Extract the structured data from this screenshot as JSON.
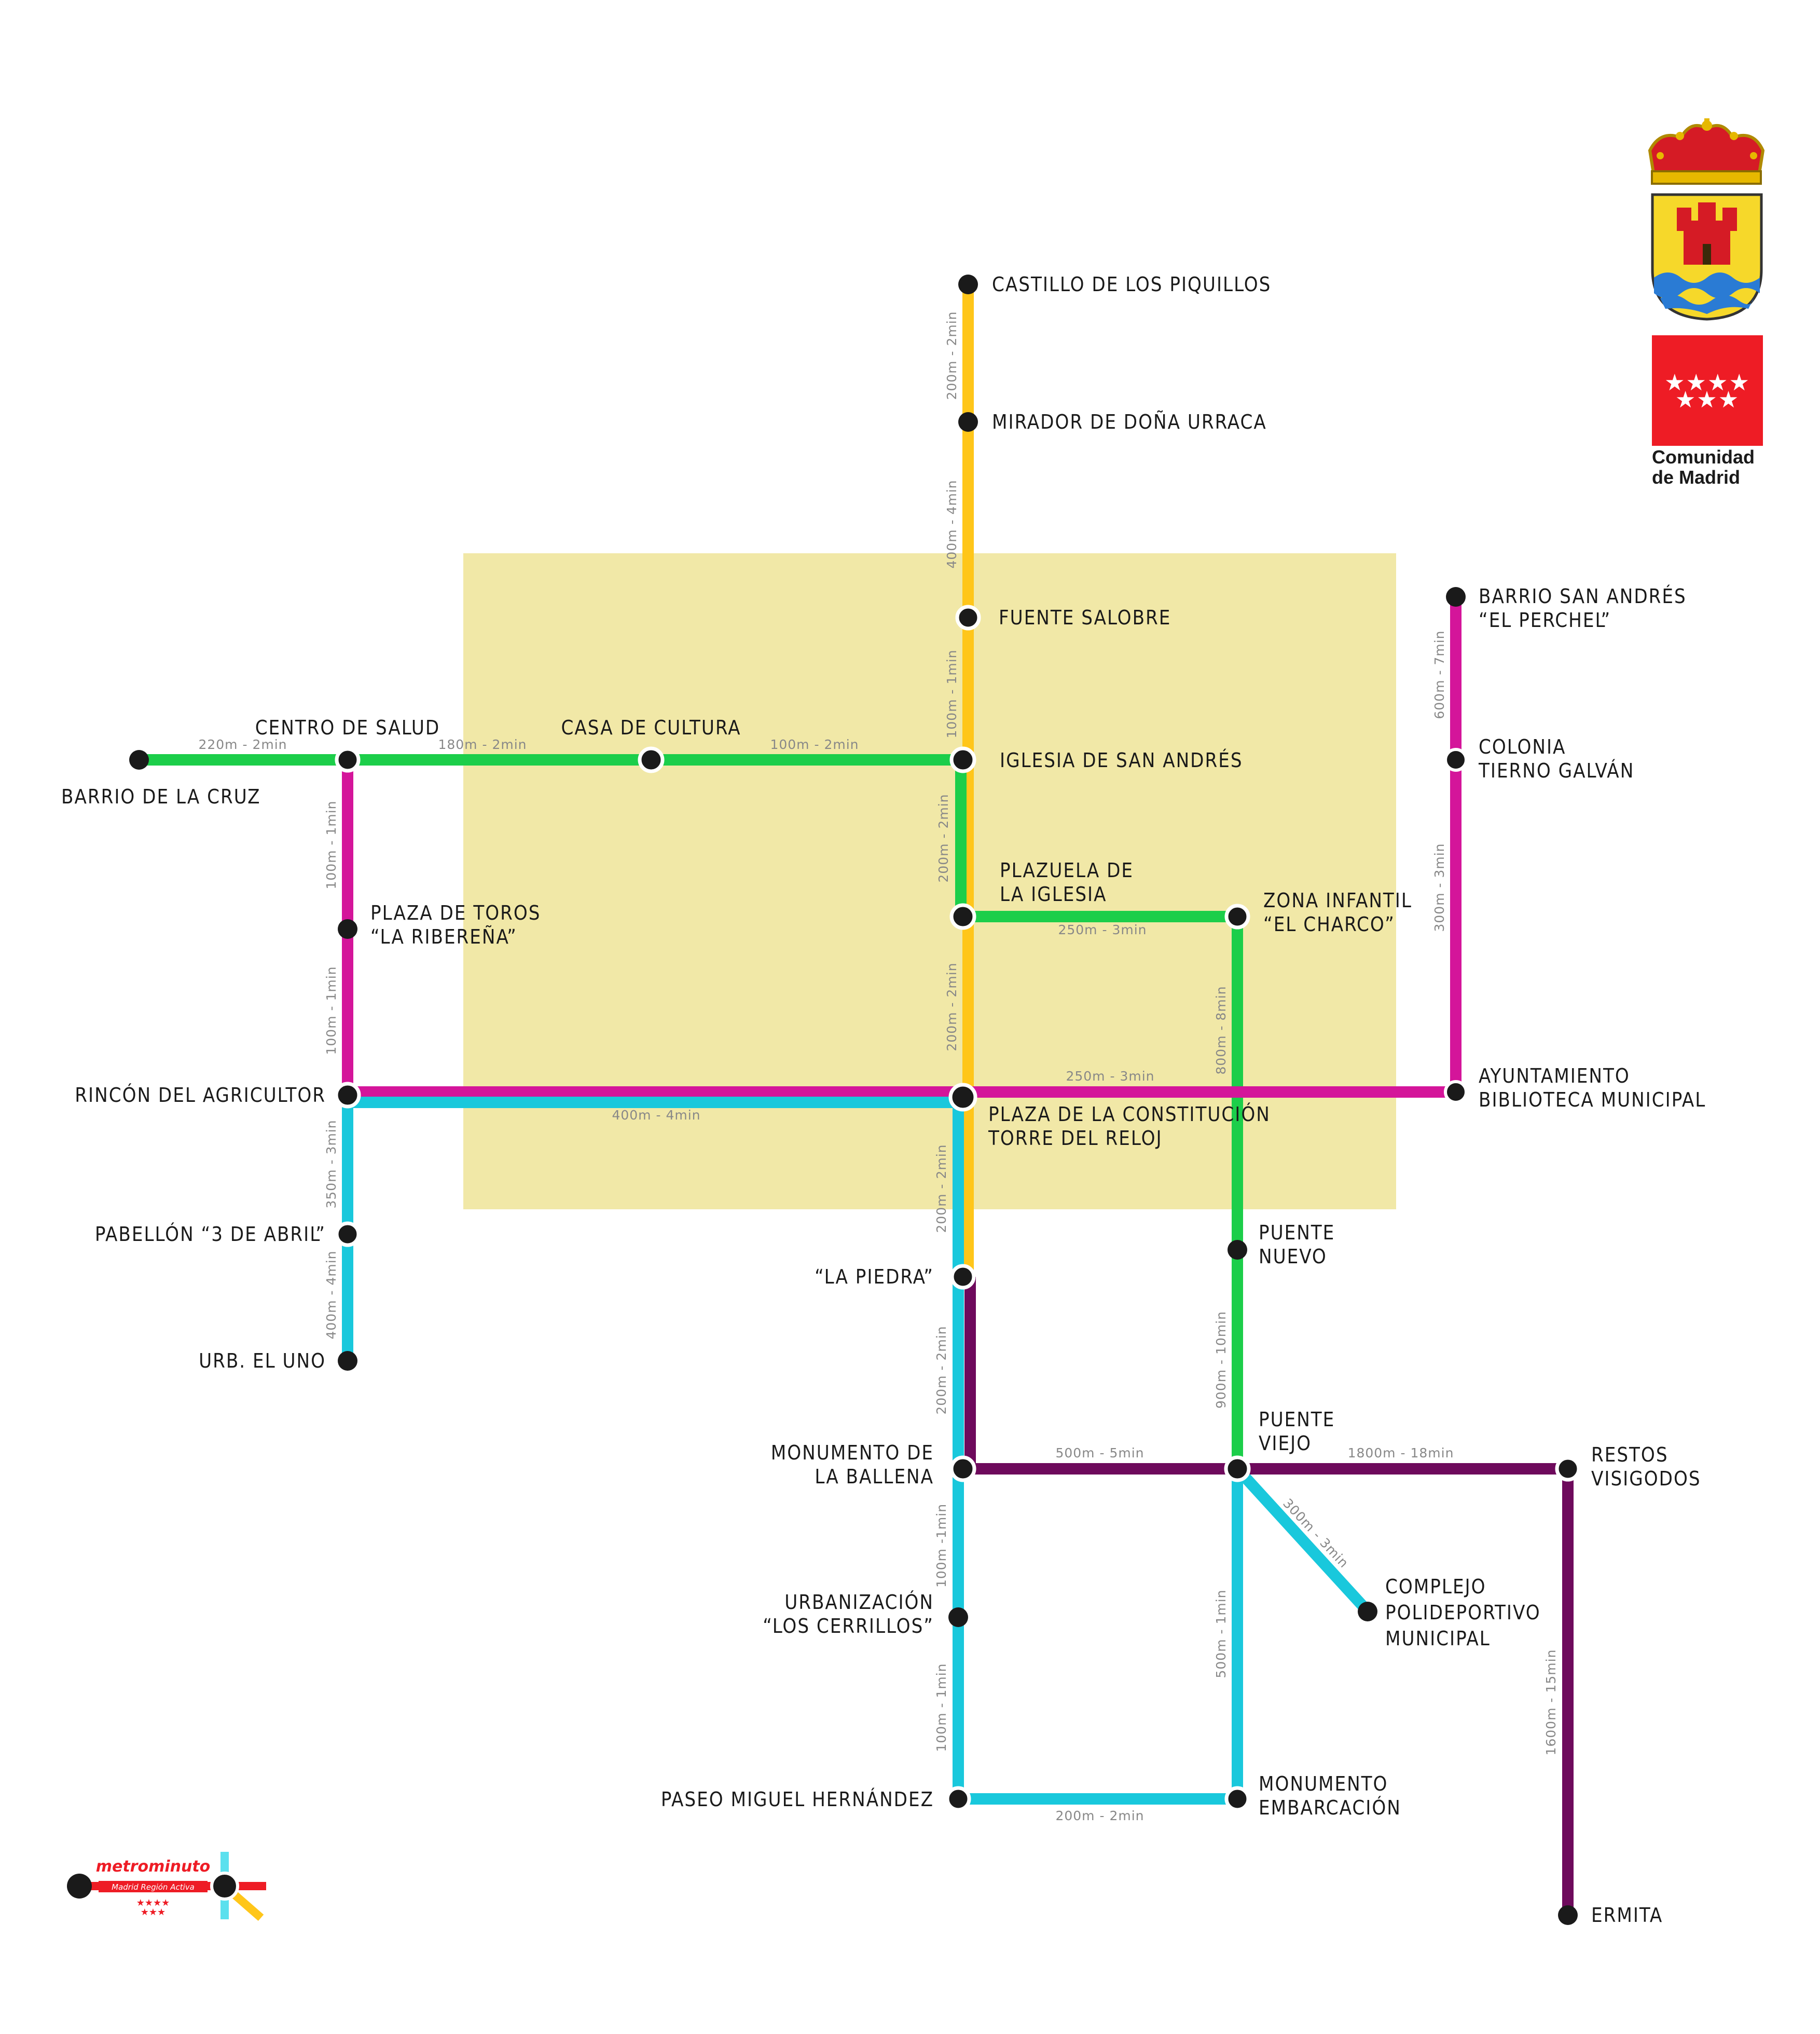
{
  "colors": {
    "yellow": "#ffc61a",
    "green": "#1cce4a",
    "magenta": "#d4159a",
    "cyan": "#19c8dc",
    "purple": "#6e0a5c",
    "central_zone": "#f1e8a7",
    "madrid_red": "#ee1c25"
  },
  "stations": {
    "castillo": [
      "CASTILLO DE LOS PIQUILLOS"
    ],
    "mirador": [
      "MIRADOR DE DOÑA URRACA"
    ],
    "fuente": [
      "FUENTE SALOBRE"
    ],
    "iglesia": [
      "IGLESIA DE SAN ANDRÉS"
    ],
    "plazuela": [
      "PLAZUELA DE",
      "LA IGLESIA"
    ],
    "zona": [
      "ZONA INFANTIL",
      "“EL CHARCO”"
    ],
    "constitucion": [
      "PLAZA DE LA CONSTITUCIÓN",
      "TORRE DEL RELOJ"
    ],
    "piedra": [
      "“LA PIEDRA”"
    ],
    "puente_nuevo": [
      "PUENTE",
      "NUEVO"
    ],
    "puente_viejo": [
      "PUENTE",
      "VIEJO"
    ],
    "ballena": [
      "MONUMENTO DE",
      "LA BALLENA"
    ],
    "cerrillos": [
      "URBANIZACIÓN",
      "“LOS CERRILLOS”"
    ],
    "paseo": [
      "PASEO MIGUEL HERNÁNDEZ"
    ],
    "embarcacion": [
      "MONUMENTO",
      "EMBARCACIÓN"
    ],
    "complejo": [
      "COMPLEJO",
      "POLIDEPORTIVO",
      "MUNICIPAL"
    ],
    "restos": [
      "RESTOS",
      "VISIGODOS"
    ],
    "ermita": [
      "ERMITA"
    ],
    "barrio_cruz": [
      "BARRIO DE LA CRUZ"
    ],
    "centro_salud": [
      "CENTRO DE SALUD"
    ],
    "casa_cultura": [
      "CASA DE CULTURA"
    ],
    "plaza_toros": [
      "PLAZA DE TOROS",
      "“LA RIBEREÑA”"
    ],
    "rincon": [
      "RINCÓN DEL AGRICULTOR"
    ],
    "pabellon": [
      "PABELLÓN “3 DE ABRIL”"
    ],
    "uno": [
      "URB. EL UNO"
    ],
    "barrio_andres": [
      "BARRIO SAN ANDRÉS",
      "“EL PERCHEL”"
    ],
    "colonia": [
      "COLONIA",
      "TIERNO GALVÁN"
    ],
    "ayuntamiento": [
      "AYUNTAMIENTO",
      "BIBLIOTECA MUNICIPAL"
    ]
  },
  "distances": {
    "castillo_mirador": "200m - 2min",
    "mirador_fuente": "400m - 4min",
    "fuente_iglesia": "100m - 1min",
    "iglesia_plazuela": "200m - 2min",
    "plazuela_constitucion": "200m - 2min",
    "constitucion_piedra": "200m - 2min",
    "piedra_ballena": "200m - 2min",
    "ballena_cerrillos": "100m -1min",
    "cerrillos_paseo": "100m - 1min",
    "paseo_embarcacion": "200m - 2min",
    "embarcacion_viejo": "500m - 1min",
    "ballena_viejo": "500m - 5min",
    "viejo_restos": "1800m - 18min",
    "restos_ermita": "1600m - 15min",
    "viejo_complejo": "300m - 3min",
    "zona_nuevo": "800m - 8min",
    "nuevo_viejo": "900m - 10min",
    "plazuela_zona": "250m - 3min",
    "cruz_salud": "220m - 2min",
    "salud_cultura": "180m - 2min",
    "cultura_iglesia": "100m - 2min",
    "salud_toros": "100m - 1min",
    "toros_rincon": "100m - 1min",
    "rincon_constitucion": "400m - 4min",
    "constitucion_ayuntamiento": "250m - 3min",
    "rincon_pabellon": "350m - 3min",
    "pabellon_uno": "400m - 4min",
    "barrio_colonia": "600m - 7min",
    "colonia_ayuntamiento": "300m - 3min"
  },
  "logos": {
    "madrid_line1": "Comunidad",
    "madrid_line2": "de Madrid",
    "metro_title": "metrominuto",
    "metro_subtitle": "Madrid Región Activa",
    "madrid_stars": "★★★★ ★★★",
    "metro_stars": "★★★★ ★★★"
  }
}
